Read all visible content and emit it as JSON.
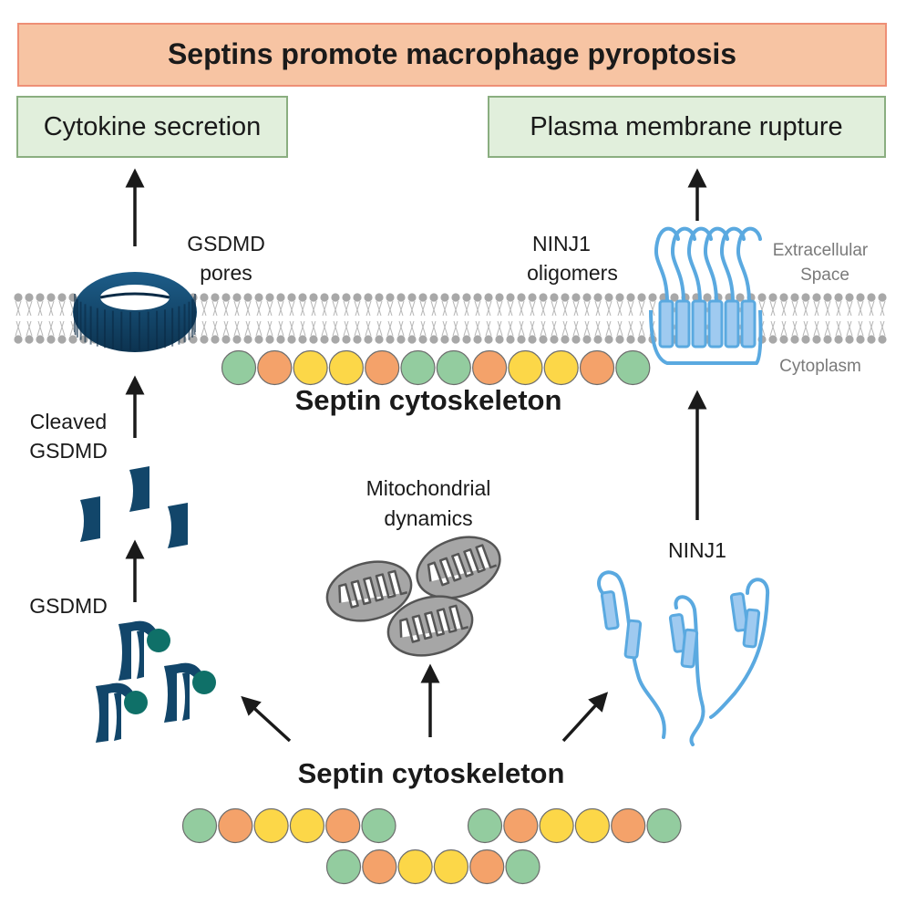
{
  "title": "Septins promote macrophage pyroptosis",
  "outcomes": {
    "left": "Cytokine secretion",
    "right": "Plasma membrane rupture"
  },
  "labels": {
    "gsdmd_pores_1": "GSDMD",
    "gsdmd_pores_2": "pores",
    "ninj1_oligomers_1": "NINJ1",
    "ninj1_oligomers_2": "oligomers",
    "extracellular_1": "Extracellular",
    "extracellular_2": "Space",
    "cytoplasm": "Cytoplasm",
    "cleaved_1": "Cleaved",
    "cleaved_2": "GSDMD",
    "gsdmd": "GSDMD",
    "mito_1": "Mitochondrial",
    "mito_2": "dynamics",
    "ninj1": "NINJ1",
    "septin_top": "Septin cytoskeleton",
    "septin_bottom": "Septin cytoskeleton"
  },
  "colors": {
    "title_bg": "#f7c4a3",
    "title_border": "#ee8f76",
    "outcome_bg": "#e1efdc",
    "outcome_border": "#8aae80",
    "gsdmd": "#12466a",
    "gsdmd_teal": "#0f7068",
    "ninj1": "#5aa9e0",
    "ninj1_fill": "#9fcaf0",
    "mito_fill": "#a6a6a6",
    "septin_green": "#93cc9f",
    "septin_orange": "#f4a26a",
    "septin_yellow": "#fcd748"
  },
  "septin_filaments": {
    "membrane": [
      "green",
      "orange",
      "yellow",
      "yellow",
      "orange",
      "green",
      "green",
      "orange",
      "yellow",
      "yellow",
      "orange",
      "green"
    ],
    "bottom_left": [
      "green",
      "orange",
      "yellow",
      "yellow",
      "orange",
      "green"
    ],
    "bottom_right": [
      "green",
      "orange",
      "yellow",
      "yellow",
      "orange",
      "green"
    ],
    "bottom_center": [
      "green",
      "orange",
      "yellow",
      "yellow",
      "orange",
      "green"
    ]
  }
}
